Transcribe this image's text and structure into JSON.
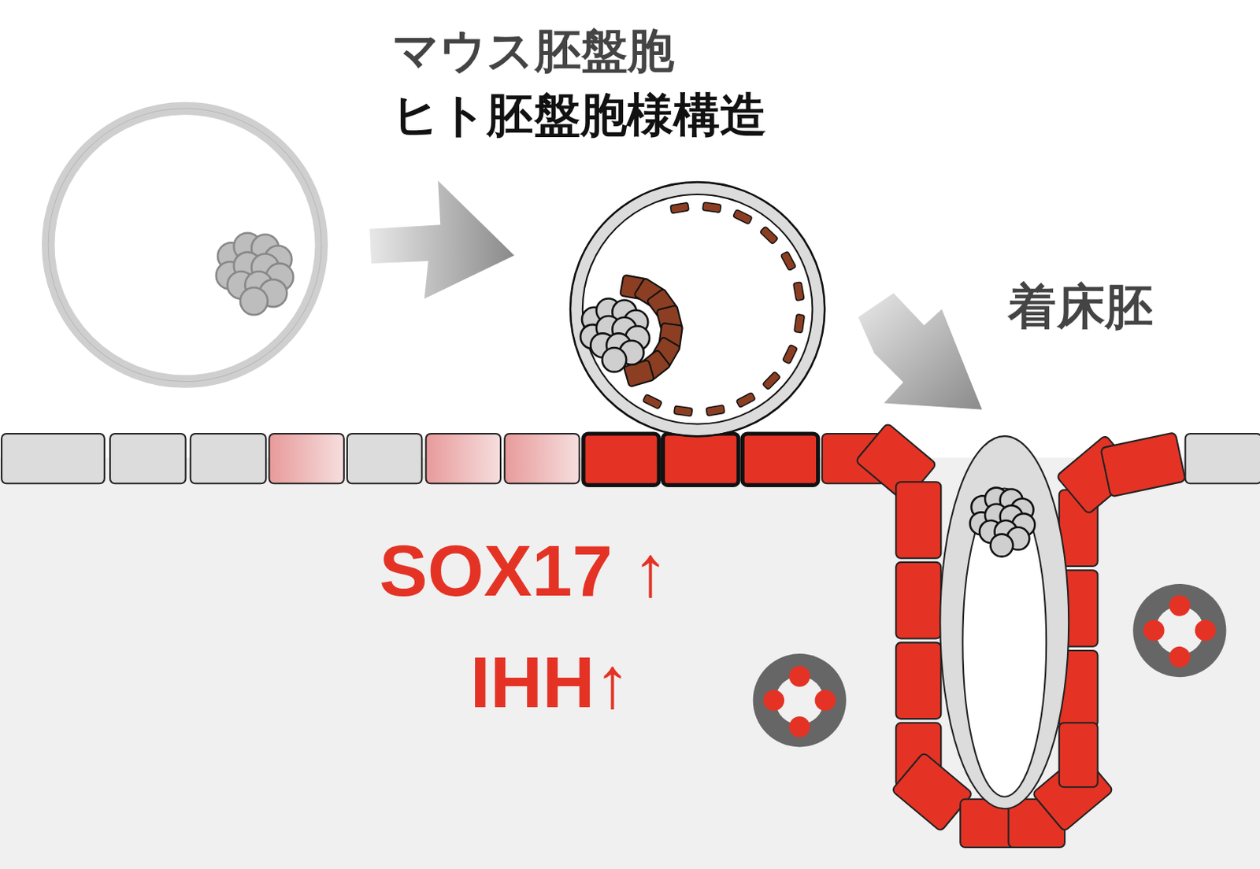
{
  "diagram": {
    "labels": [
      "マウス胚盤胞",
      "ヒト胚盤胞様構造",
      "着床胚",
      "SOX17 ↑",
      "IHH↑"
    ]
  }
}
